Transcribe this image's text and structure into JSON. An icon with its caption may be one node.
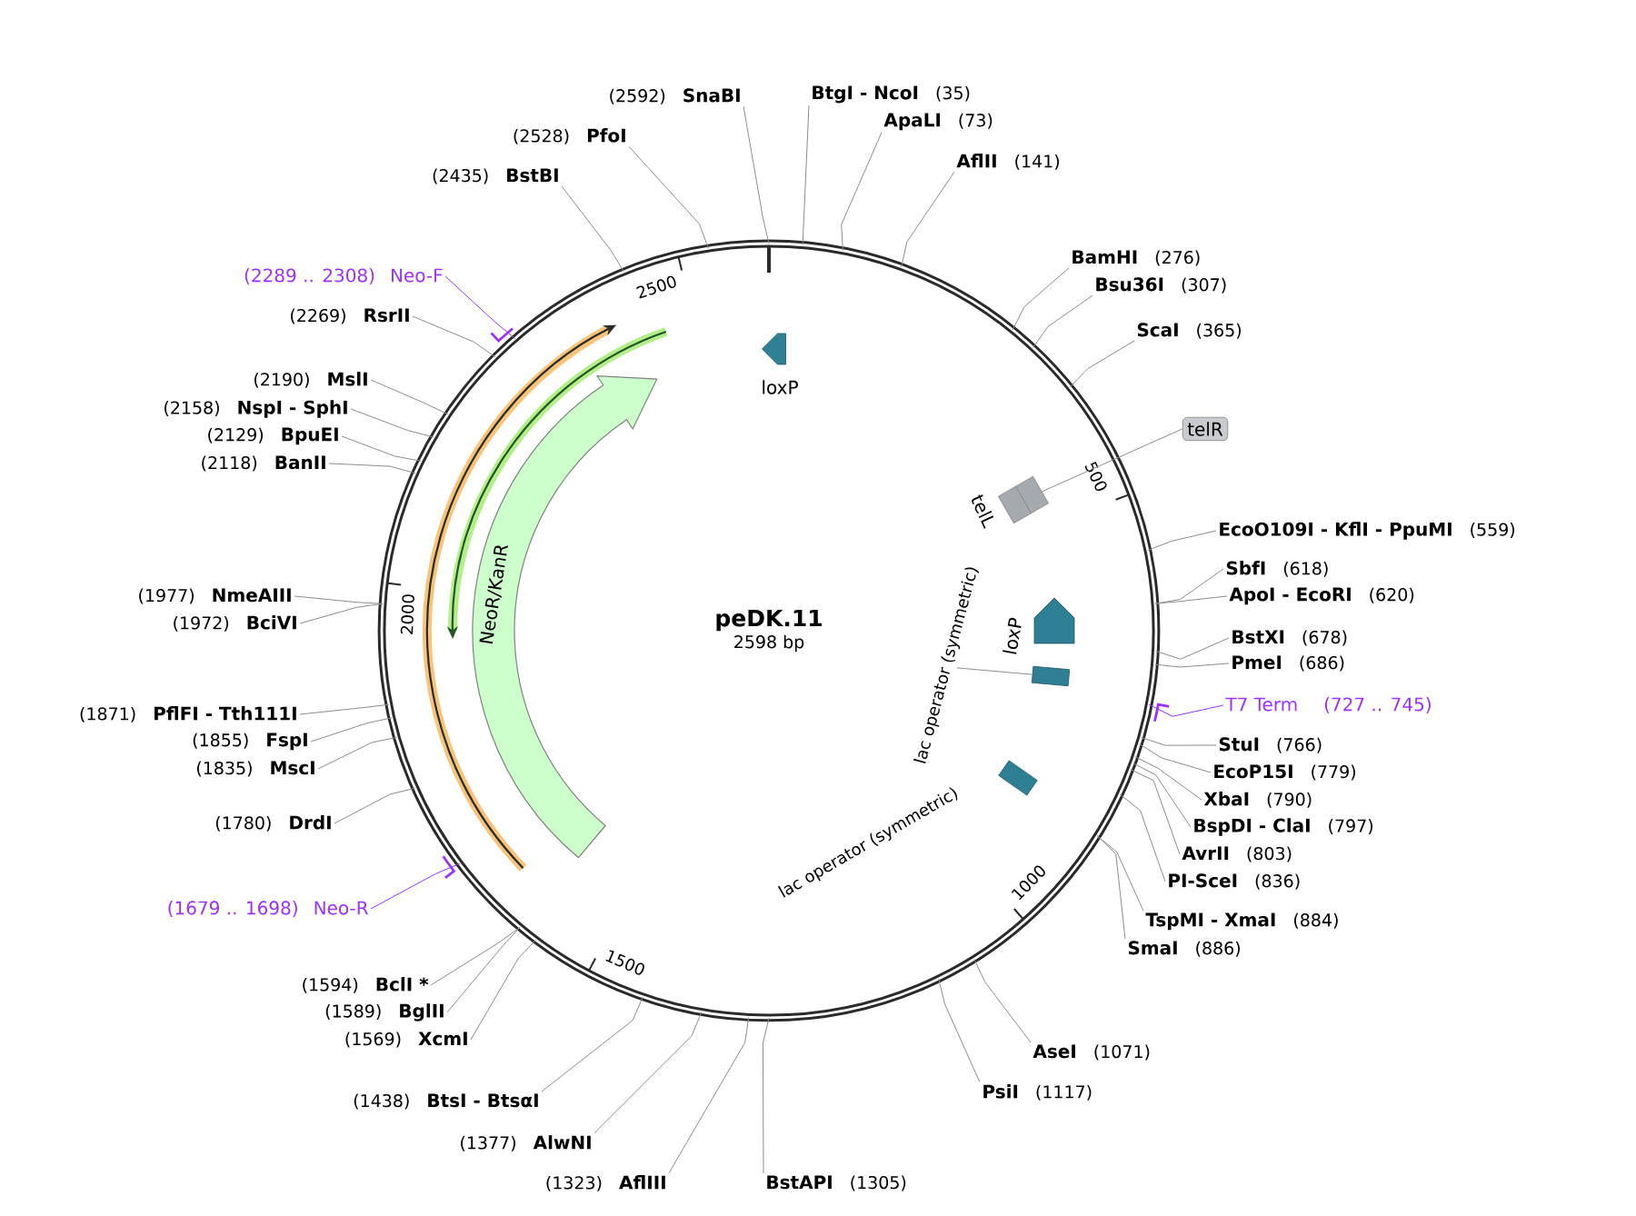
{
  "diagram": {
    "nodes": [
      {
        "text": [
          "peDK.11",
          "2598 bp"
        ]
      },
      {
        "text": [
          "loxP"
        ],
        "in": 0
      },
      {
        "text": [
          "telL"
        ],
        "in": 0
      },
      {
        "text": [
          "loxP"
        ],
        "in": 0
      },
      {
        "text": [
          "lac operator (symmetric)"
        ],
        "in": 0
      },
      {
        "text": [
          "lac operator (symmetric)"
        ],
        "in": 0
      },
      {
        "text": [
          "NeoR/KanR"
        ],
        "in": 0
      },
      {
        "text": [
          "BtgI - NcoI",
          "(35)"
        ]
      },
      {
        "text": [
          "ApaLI",
          "(73)"
        ]
      },
      {
        "text": [
          "AflII",
          "(141)"
        ]
      },
      {
        "text": [
          "BamHI",
          "(276)"
        ]
      },
      {
        "text": [
          "Bsu36I",
          "(307)"
        ]
      },
      {
        "text": [
          "ScaI",
          "(365)"
        ]
      },
      {
        "text": [
          "telR"
        ]
      },
      {
        "text": [
          "EcoO109I - KflI - PpuMI",
          "(559)"
        ]
      },
      {
        "text": [
          "SbfI",
          "(618)"
        ]
      },
      {
        "text": [
          "ApoI - EcoRI",
          "(620)"
        ]
      },
      {
        "text": [
          "BstXI",
          "(678)"
        ]
      },
      {
        "text": [
          "PmeI",
          "(686)"
        ]
      },
      {
        "text": [
          "T7 Term",
          "(727 .. 745)"
        ]
      },
      {
        "text": [
          "StuI",
          "(766)"
        ]
      },
      {
        "text": [
          "EcoP15I",
          "(779)"
        ]
      },
      {
        "text": [
          "XbaI",
          "(790)"
        ]
      },
      {
        "text": [
          "BspDI - ClaI",
          "(797)"
        ]
      },
      {
        "text": [
          "AvrII",
          "(803)"
        ]
      },
      {
        "text": [
          "PI-SceI",
          "(836)"
        ]
      },
      {
        "text": [
          "TspMI - XmaI",
          "(884)"
        ]
      },
      {
        "text": [
          "SmaI",
          "(886)"
        ]
      },
      {
        "text": [
          "AseI",
          "(1071)"
        ]
      },
      {
        "text": [
          "PsiI",
          "(1117)"
        ]
      },
      {
        "text": [
          "BstAPI",
          "(1305)"
        ]
      },
      {
        "text": [
          "(1323)",
          "AflIII"
        ]
      },
      {
        "text": [
          "(1377)",
          "AlwNI"
        ]
      },
      {
        "text": [
          "(1438)",
          "BtsI - BtsαI"
        ]
      },
      {
        "text": [
          "(1569)",
          "XcmI"
        ]
      },
      {
        "text": [
          "(1589)",
          "BglII"
        ]
      },
      {
        "text": [
          "(1594)",
          "BclI *"
        ]
      },
      {
        "text": [
          "(1679 .. 1698)",
          "Neo-R"
        ]
      },
      {
        "text": [
          "(1780)",
          "DrdI"
        ]
      },
      {
        "text": [
          "(1835)",
          "MscI"
        ]
      },
      {
        "text": [
          "(1855)",
          "FspI"
        ]
      },
      {
        "text": [
          "(1871)",
          "PflFI - Tth111I"
        ]
      },
      {
        "text": [
          "(1972)",
          "BciVI"
        ]
      },
      {
        "text": [
          "(1977)",
          "NmeAIII"
        ]
      },
      {
        "text": [
          "(2118)",
          "BanII"
        ]
      },
      {
        "text": [
          "(2129)",
          "BpuEI"
        ]
      },
      {
        "text": [
          "(2158)",
          "NspI - SphI"
        ]
      },
      {
        "text": [
          "(2190)",
          "MslI"
        ]
      },
      {
        "text": [
          "(2269)",
          "RsrII"
        ]
      },
      {
        "text": [
          "(2289 .. 2308)",
          "Neo-F"
        ]
      },
      {
        "text": [
          "(2435)",
          "BstBI"
        ]
      },
      {
        "text": [
          "(2528)",
          "PfoI"
        ]
      },
      {
        "text": [
          "(2592)",
          "SnaBI"
        ]
      },
      {
        "text": [],
        "shape": "box",
        "in": 0
      }
    ],
    "edges": [
      {
        "from": 7,
        "to": 0,
        "arrow": "none"
      },
      {
        "from": 8,
        "to": 0,
        "arrow": "none"
      },
      {
        "from": 9,
        "to": 0,
        "arrow": "none"
      },
      {
        "from": 10,
        "to": 0,
        "arrow": "none"
      },
      {
        "from": 11,
        "to": 0,
        "arrow": "none"
      },
      {
        "from": 12,
        "to": 0,
        "arrow": "none"
      },
      {
        "from": 13,
        "to": 2,
        "arrow": "none"
      },
      {
        "from": 14,
        "to": 0,
        "arrow": "none"
      },
      {
        "from": 15,
        "to": 0,
        "arrow": "none"
      },
      {
        "from": 16,
        "to": 0,
        "arrow": "none"
      },
      {
        "from": 17,
        "to": 0,
        "arrow": "none"
      },
      {
        "from": 18,
        "to": 0,
        "arrow": "none"
      },
      {
        "from": 19,
        "to": 0,
        "arrow": "none",
        "color": "#9933ff"
      },
      {
        "from": 20,
        "to": 0,
        "arrow": "none"
      },
      {
        "from": 21,
        "to": 0,
        "arrow": "none"
      },
      {
        "from": 22,
        "to": 0,
        "arrow": "none"
      },
      {
        "from": 23,
        "to": 0,
        "arrow": "none"
      },
      {
        "from": 24,
        "to": 0,
        "arrow": "none"
      },
      {
        "from": 25,
        "to": 0,
        "arrow": "none"
      },
      {
        "from": 26,
        "to": 0,
        "arrow": "none"
      },
      {
        "from": 27,
        "to": 0,
        "arrow": "none"
      },
      {
        "from": 28,
        "to": 0,
        "arrow": "none"
      },
      {
        "from": 29,
        "to": 0,
        "arrow": "none"
      },
      {
        "from": 30,
        "to": 0,
        "arrow": "none"
      },
      {
        "from": 31,
        "to": 0,
        "arrow": "none"
      },
      {
        "from": 32,
        "to": 0,
        "arrow": "none"
      },
      {
        "from": 33,
        "to": 0,
        "arrow": "none"
      },
      {
        "from": 34,
        "to": 0,
        "arrow": "none"
      },
      {
        "from": 35,
        "to": 0,
        "arrow": "none"
      },
      {
        "from": 36,
        "to": 0,
        "arrow": "none"
      },
      {
        "from": 37,
        "to": 0,
        "arrow": "none",
        "color": "#9933ff"
      },
      {
        "from": 38,
        "to": 0,
        "arrow": "none"
      },
      {
        "from": 39,
        "to": 0,
        "arrow": "none"
      },
      {
        "from": 40,
        "to": 0,
        "arrow": "none"
      },
      {
        "from": 41,
        "to": 0,
        "arrow": "none"
      },
      {
        "from": 42,
        "to": 0,
        "arrow": "none"
      },
      {
        "from": 43,
        "to": 0,
        "arrow": "none"
      },
      {
        "from": 44,
        "to": 0,
        "arrow": "none"
      },
      {
        "from": 45,
        "to": 0,
        "arrow": "none"
      },
      {
        "from": 46,
        "to": 0,
        "arrow": "none"
      },
      {
        "from": 47,
        "to": 0,
        "arrow": "none"
      },
      {
        "from": 48,
        "to": 0,
        "arrow": "none"
      },
      {
        "from": 49,
        "to": 0,
        "arrow": "none",
        "color": "#9933ff"
      },
      {
        "from": 50,
        "to": 0,
        "arrow": "none"
      },
      {
        "from": 51,
        "to": 0,
        "arrow": "none"
      },
      {
        "from": 52,
        "to": 0,
        "arrow": "none"
      },
      {
        "from": 4,
        "to": 53,
        "arrow": "none"
      }
    ],
    "labels": [
      "500",
      "1000",
      "1500",
      "2000",
      "2500"
    ]
  }
}
